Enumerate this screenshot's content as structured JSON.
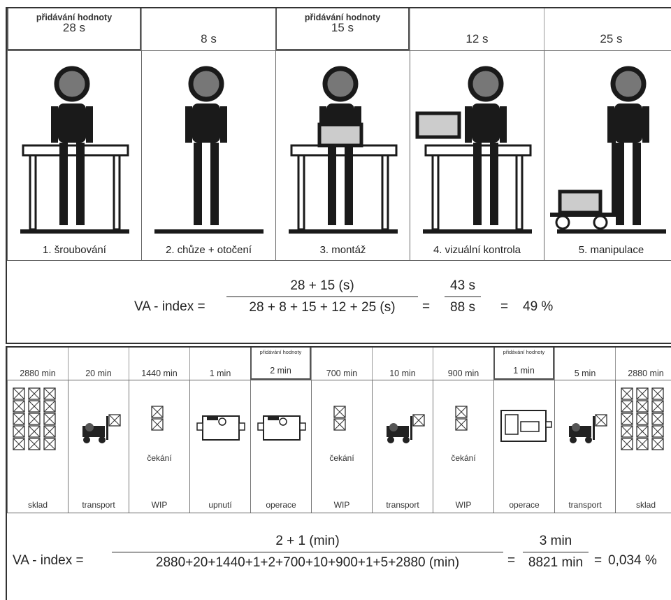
{
  "top": {
    "va_tag": "přidávání hodnoty",
    "steps": [
      {
        "time": "28 s",
        "label": "1. šroubování",
        "va": true
      },
      {
        "time": "8 s",
        "label": "2. chůze + otočení",
        "va": false
      },
      {
        "time": "15 s",
        "label": "3. montáž",
        "va": true
      },
      {
        "time": "12 s",
        "label": "4. vizuální kontrola",
        "va": false
      },
      {
        "time": "25 s",
        "label": "5. manipulace",
        "va": false
      }
    ],
    "formula": {
      "lhs": "VA - index =",
      "num": "28 + 15 (s)",
      "den": "28 + 8 + 15 + 12 + 25 (s)",
      "eq1": "=",
      "num2": "43 s",
      "den2": "88 s",
      "eq2": "=",
      "result": "49 %"
    }
  },
  "bottom": {
    "va_tag": "přidávání hodnoty",
    "steps": [
      {
        "time": "2880 min",
        "label": "sklad",
        "va": false,
        "kind": "storage"
      },
      {
        "time": "20 min",
        "label": "transport",
        "va": false,
        "kind": "forklift"
      },
      {
        "time": "1440 min",
        "label": "WIP",
        "sub": "čekání",
        "va": false,
        "kind": "box"
      },
      {
        "time": "1 min",
        "label": "upnutí",
        "va": false,
        "kind": "machine"
      },
      {
        "time": "2 min",
        "label": "operace",
        "va": true,
        "kind": "machine"
      },
      {
        "time": "700 min",
        "label": "WIP",
        "sub": "čekání",
        "va": false,
        "kind": "box"
      },
      {
        "time": "10 min",
        "label": "transport",
        "va": false,
        "kind": "forklift"
      },
      {
        "time": "900 min",
        "label": "WIP",
        "sub": "čekání",
        "va": false,
        "kind": "box"
      },
      {
        "time": "1 min",
        "label": "operace",
        "va": true,
        "kind": "cnc"
      },
      {
        "time": "5 min",
        "label": "transport",
        "va": false,
        "kind": "forklift"
      },
      {
        "time": "2880 min",
        "label": "sklad",
        "va": false,
        "kind": "storage"
      }
    ],
    "formula": {
      "lhs": "VA - index =",
      "num": "2 + 1 (min)",
      "den": "2880+20+1440+1+2+700+10+900+1+5+2880 (min)",
      "eq1": "=",
      "num2": "3 min",
      "den2": "8821 min",
      "eq2": "=",
      "result": "0,034 %"
    }
  }
}
